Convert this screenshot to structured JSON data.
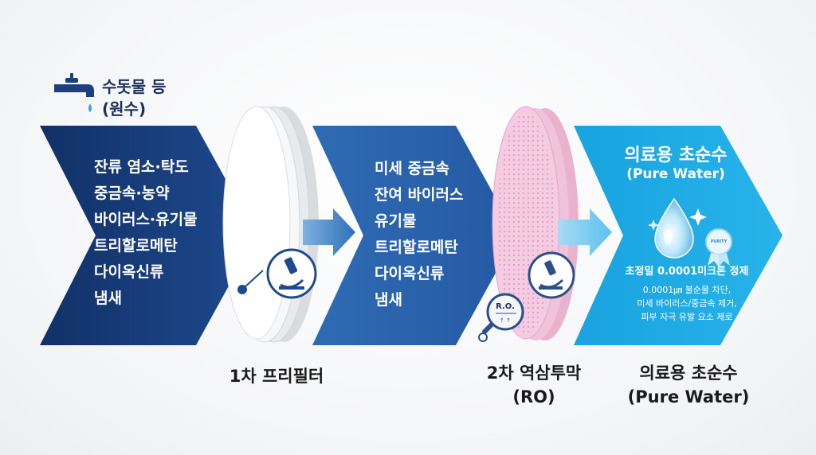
{
  "source": {
    "title": "수돗물 등",
    "subtitle": "(원수)",
    "icon": "faucet-icon"
  },
  "stage1": {
    "items": [
      "잔류 염소·탁도",
      "중금속·농약",
      "바이러스·유기물",
      "트리할로메탄",
      "다이옥신류",
      "냄새"
    ],
    "label": "1차 프리필터",
    "icon": "microscope-icon"
  },
  "stage2": {
    "items": [
      "미세 중금속",
      "잔여 바이러스",
      "유기물",
      "트리할로메탄",
      "다이옥신류",
      "냄새"
    ],
    "label_line1": "2차 역삼투막",
    "label_line2": "(RO)",
    "badge": "R.O.",
    "icon": "magnifier-icon"
  },
  "stage3": {
    "title": "의료용 초순수",
    "subtitle": "(Pure Water)",
    "claim": "초정밀 0.0001미크론 정제",
    "desc": [
      "0.0001㎛ 불순물 차단,",
      "미세 바이러스/중금속 제거,",
      "피부 자극 유발 요소 제로"
    ],
    "seal": "PURITY",
    "label_line1": "의료용 초순수",
    "label_line2": "(Pure Water)",
    "icon": "water-drop-icon"
  },
  "colors": {
    "navy": "#173a78",
    "mid_blue": "#2b64ad",
    "sky": "#1ea7e1",
    "ro_pink": "#f0b8d6"
  }
}
